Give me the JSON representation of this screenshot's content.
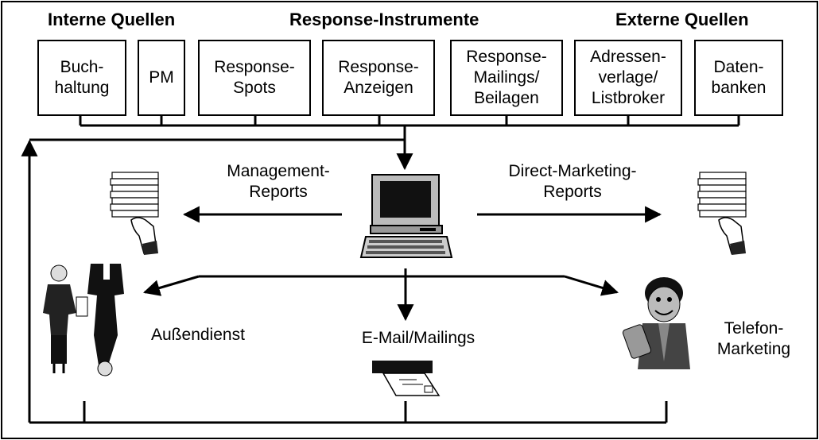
{
  "headings": {
    "internal": "Interne Quellen",
    "response": "Response-Instrumente",
    "external": "Externe Quellen"
  },
  "sources": [
    {
      "label": "Buch-\nhaltung"
    },
    {
      "label": "PM"
    },
    {
      "label": "Response-\nSpots"
    },
    {
      "label": "Response-\nAnzeigen"
    },
    {
      "label": "Response-\nMailings/\nBeilagen"
    },
    {
      "label": "Adressen-\nverlage/\nListbroker"
    },
    {
      "label": "Daten-\nbanken"
    }
  ],
  "flow_labels": {
    "management_reports": "Management-\nReports",
    "dm_reports": "Direct-Marketing-\nReports",
    "field_service": "Außendienst",
    "email_mailings": "E-Mail/Mailings",
    "telemarketing": "Telefon-\nMarketing"
  },
  "icons": {
    "computer": "computer-icon",
    "report_stack_left": "paper-stack-icon",
    "report_stack_right": "paper-stack-icon",
    "sales_people": "business-people-icon",
    "mailing_printer": "printer-icon",
    "telemarketer": "telephone-person-icon"
  }
}
